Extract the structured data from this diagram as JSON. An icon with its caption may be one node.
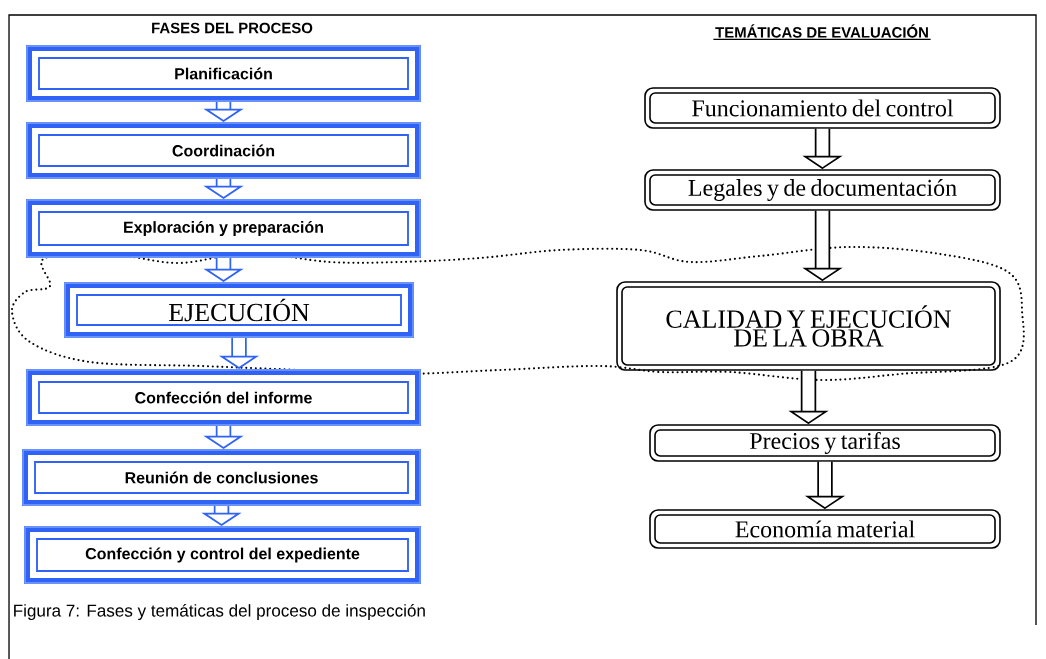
{
  "diagram": {
    "caption": "Figura 7: Fases y temáticas del proceso de inspección",
    "nodes": [
      {
        "text": [
          "Planificación"
        ]
      },
      {
        "text": [
          "Coordinación"
        ]
      },
      {
        "text": [
          "Exploración y preparación"
        ]
      },
      {
        "text": [
          "EJECUCIÓN"
        ]
      },
      {
        "text": [
          "Confección del informe"
        ]
      },
      {
        "text": [
          "Reunión de conclusiones"
        ]
      },
      {
        "text": [
          "Confección y control del expediente"
        ]
      },
      {
        "text": [
          "Funcionamiento del control"
        ]
      },
      {
        "text": [
          "Legales y de documentación"
        ]
      },
      {
        "text": [
          "CALIDAD Y EJECUCIÓN DE LA OBRA"
        ]
      },
      {
        "text": [
          "Precios y tarifas"
        ]
      },
      {
        "text": [
          "Economía material"
        ]
      }
    ],
    "edges": [
      {
        "from": 0,
        "to": 1,
        "arrow": "to"
      },
      {
        "from": 1,
        "to": 2,
        "arrow": "to"
      },
      {
        "from": 2,
        "to": 3,
        "arrow": "to"
      },
      {
        "from": 3,
        "to": 4,
        "arrow": "to"
      },
      {
        "from": 4,
        "to": 5,
        "arrow": "to"
      },
      {
        "from": 5,
        "to": 6,
        "arrow": "to"
      },
      {
        "from": 7,
        "to": 8,
        "arrow": "to",
        "color": "#000000"
      },
      {
        "from": 8,
        "to": 9,
        "arrow": "to",
        "color": "#000000"
      },
      {
        "from": 9,
        "to": 10,
        "arrow": "to",
        "color": "#000000"
      },
      {
        "from": 10,
        "to": 11,
        "arrow": "to",
        "color": "#000000"
      }
    ],
    "labels": [
      "FASES DEL PROCESO",
      "TEMÁTICAS DE EVALUACIÓN"
    ]
  }
}
